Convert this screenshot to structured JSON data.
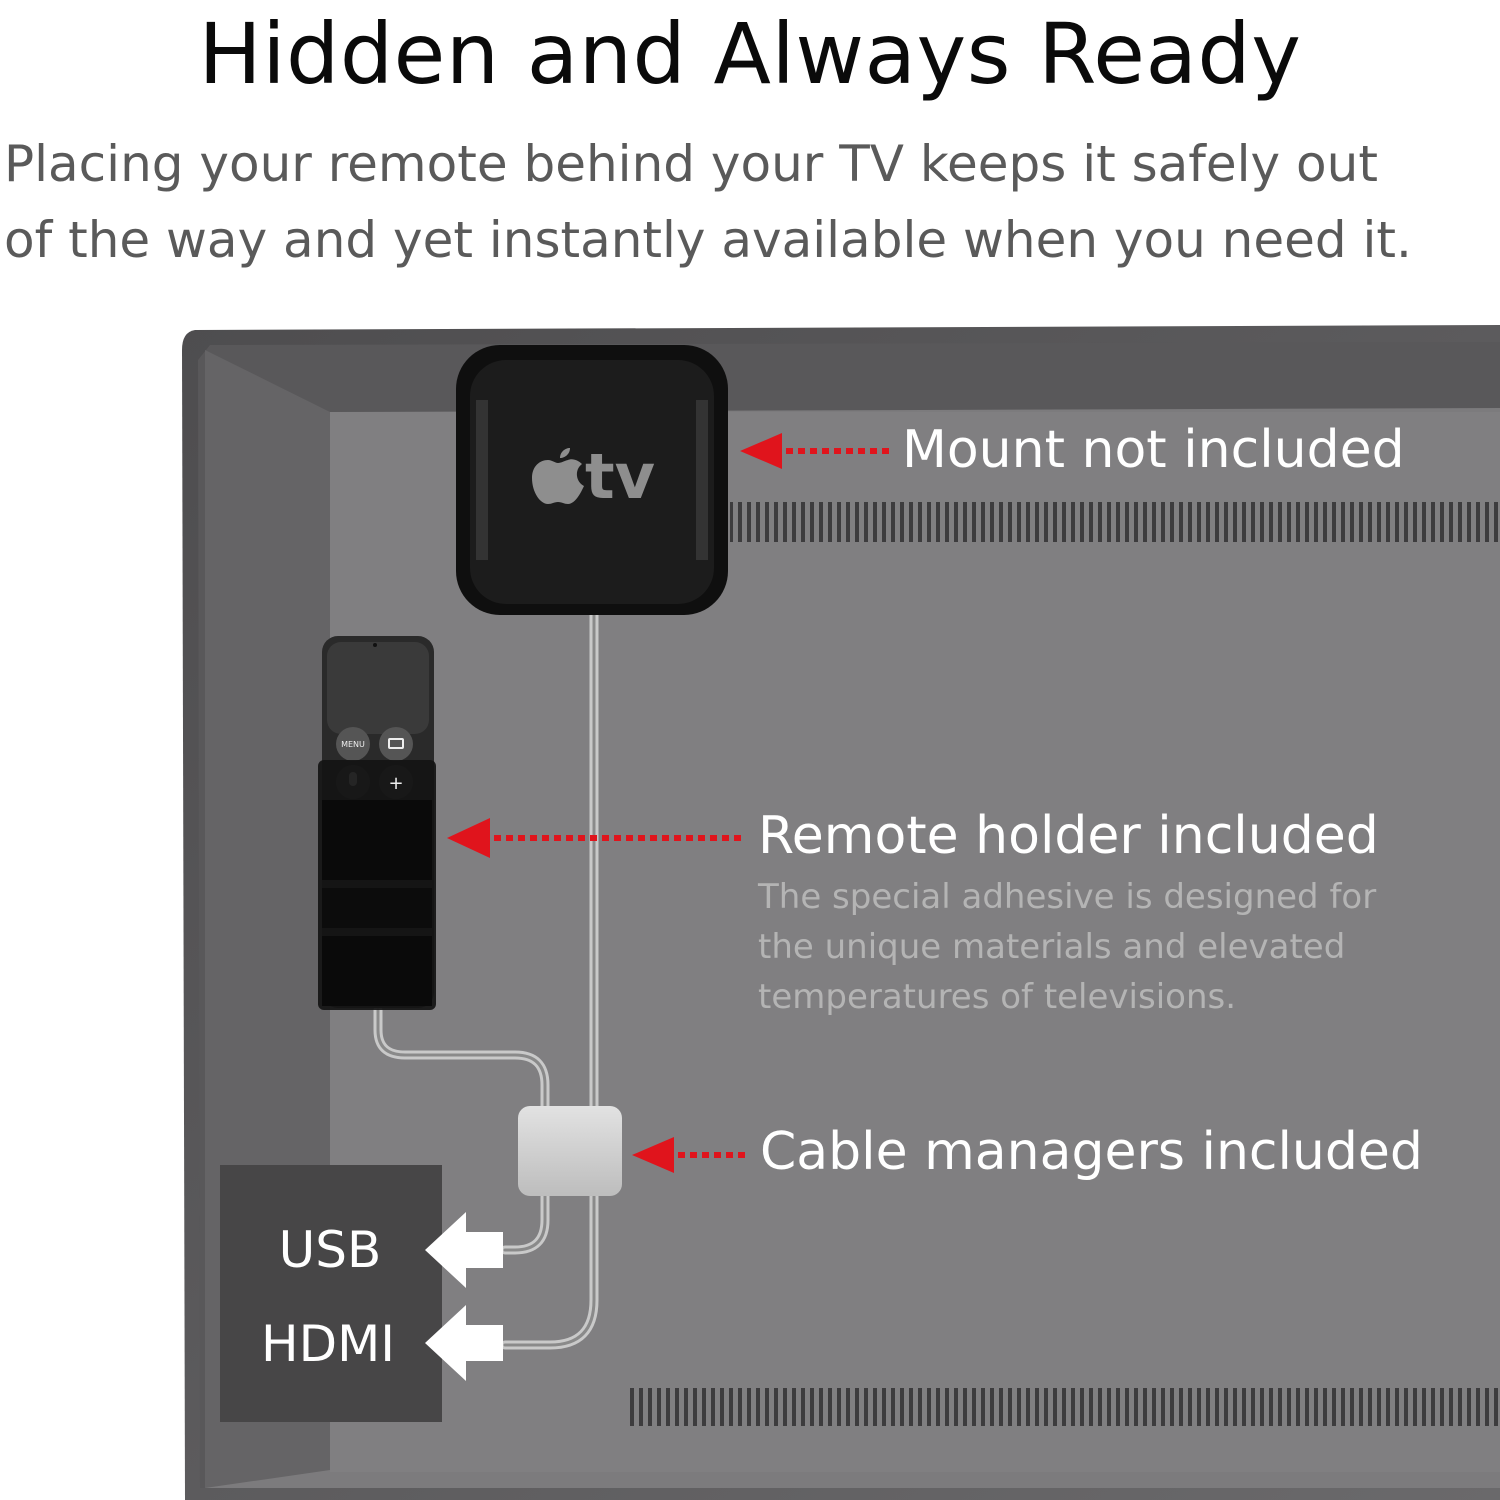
{
  "headline": "Hidden and Always Ready",
  "subhead": {
    "line1": "Placing your remote behind your TV keeps it safely out",
    "line2": "of the way and yet instantly available when you need it."
  },
  "callouts": {
    "mount": "Mount not included",
    "remote_holder": "Remote holder included",
    "remote_holder_note": [
      "The special adhesive is designed for",
      "the unique materials and elevated",
      "temperatures of televisions."
    ],
    "cable_managers": "Cable managers included"
  },
  "device": {
    "logo_text": "tv",
    "icon": "apple-logo-icon"
  },
  "remote": {
    "menu_label": "MENU",
    "plus_label": "+"
  },
  "ports": {
    "usb": "USB",
    "hdmi": "HDMI"
  },
  "colors": {
    "tv_back": "#7f7e80",
    "tv_frame": "#5a595b",
    "arrow_red": "#e0141c",
    "device_black": "#141414",
    "cable_clip": "#cfcfcf",
    "port_panel": "#474647"
  }
}
